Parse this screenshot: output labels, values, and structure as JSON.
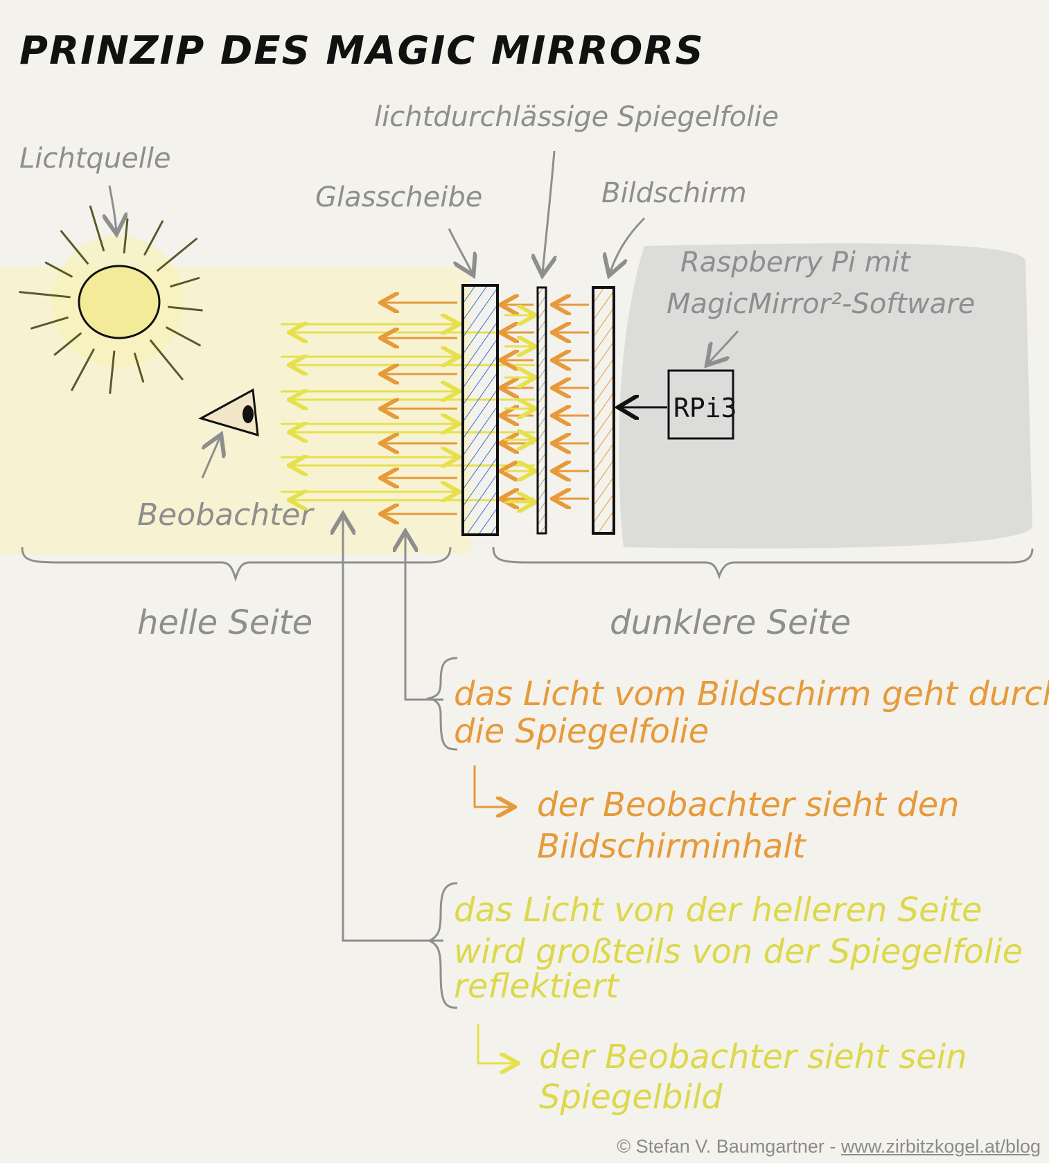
{
  "title": "PRINZIP DES MAGIC MIRRORS",
  "labels": {
    "light_source": "Lichtquelle",
    "glass": "Glasscheibe",
    "mirror_film": "lichtdurchlässige Spiegelfolie",
    "screen": "Bildschirm",
    "raspberry_line1": "Raspberry Pi mit",
    "raspberry_line2": "MagicMirror²-Software",
    "rpi_box": "RPi3",
    "observer": "Beobachter",
    "bright_side": "helle Seite",
    "dark_side": "dunklere Seite"
  },
  "notes": {
    "orange_line1": "das Licht vom Bildschirm geht durch",
    "orange_line2": "die Spiegelfolie",
    "orange_result_line1": "der Beobachter sieht den",
    "orange_result_line2": "Bildschirminhalt",
    "yellow_line1": "das Licht von der helleren Seite",
    "yellow_line2": "wird großteils von der Spiegelfolie",
    "yellow_line3": "reflektiert",
    "yellow_result_line1": "der Beobachter sieht sein",
    "yellow_result_line2": "Spiegelbild"
  },
  "credit": {
    "author": "© Stefan V. Baumgartner - ",
    "url": "www.zirbitzkogel.at/blog"
  },
  "colors": {
    "paper": "#f4f2ec",
    "bright_zone": "#f7f3d2",
    "dark_zone": "#dcdcda",
    "yellow": "#e6e04c",
    "orange": "#e69a3a",
    "blue_hatch": "#3a6fd0",
    "gray_ink": "#8e8e8e",
    "ink": "#111111"
  }
}
